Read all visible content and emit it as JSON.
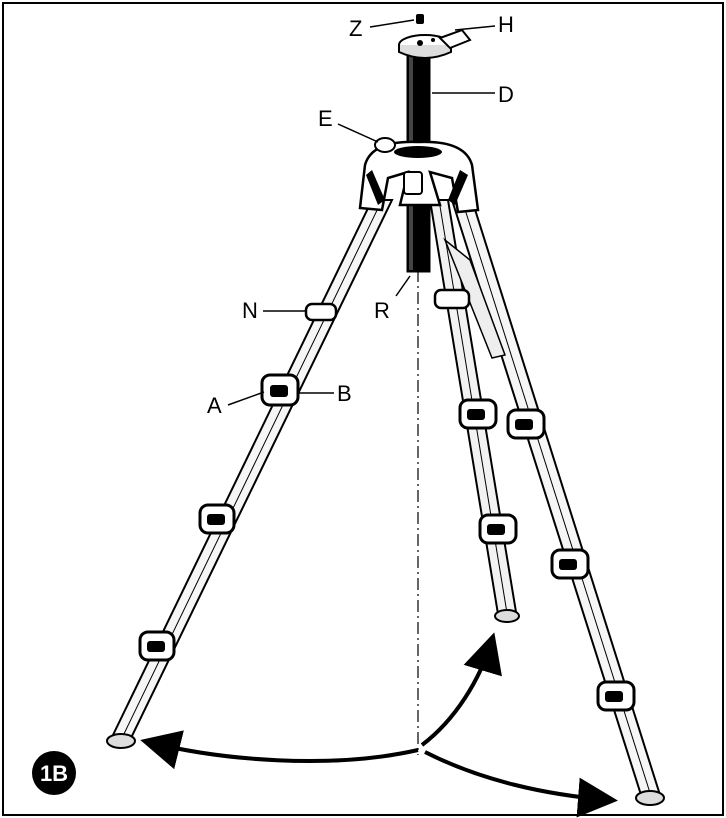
{
  "badge": {
    "text": "1B",
    "color": "#000000"
  },
  "labels": {
    "z": "Z",
    "h": "H",
    "d": "D",
    "e": "E",
    "r": "R",
    "n": "N",
    "a": "A",
    "b": "B"
  },
  "colors": {
    "ink": "#000000",
    "paper": "#ffffff",
    "metal": "#f2f2f2"
  }
}
